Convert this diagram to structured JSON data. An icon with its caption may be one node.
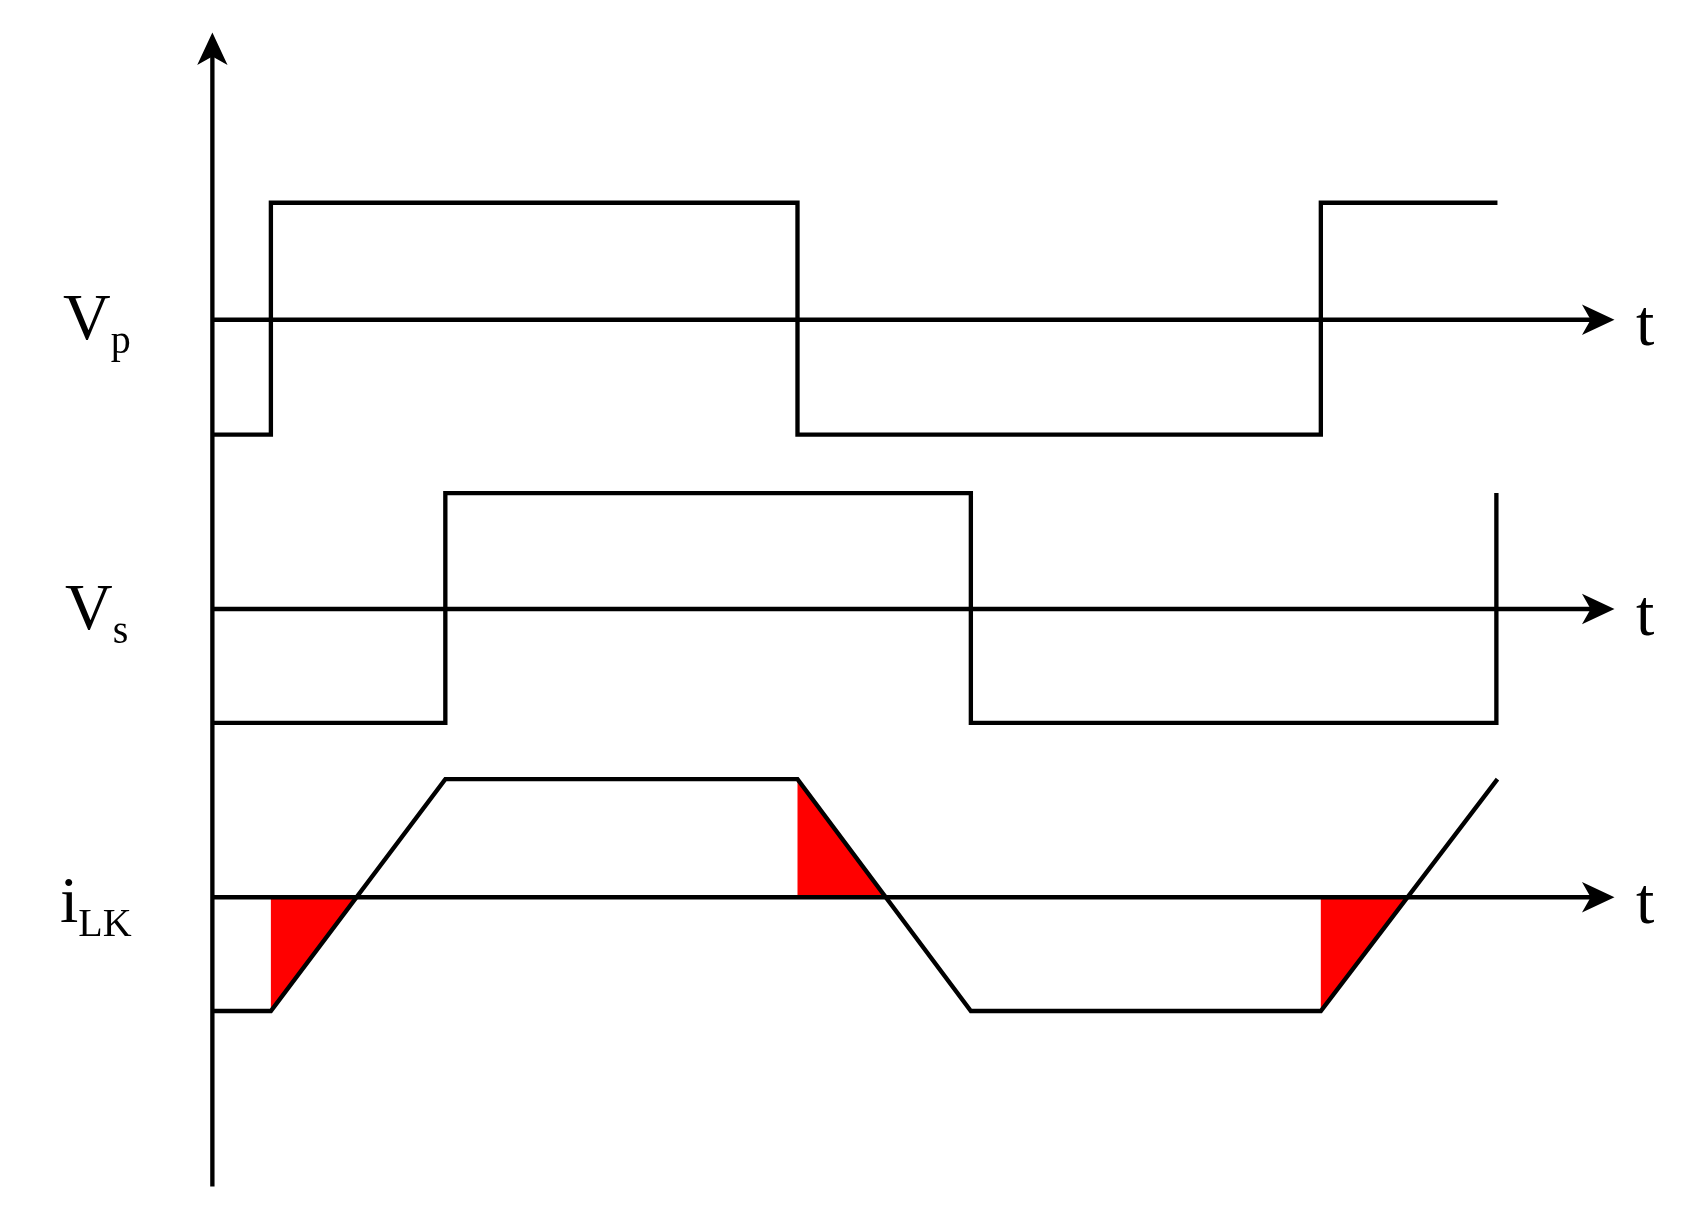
{
  "diagram": {
    "labels": [
      "V$_{p}$",
      "t",
      "V$_{s}$",
      "t",
      "i$_{LK}$",
      "t"
    ]
  }
}
